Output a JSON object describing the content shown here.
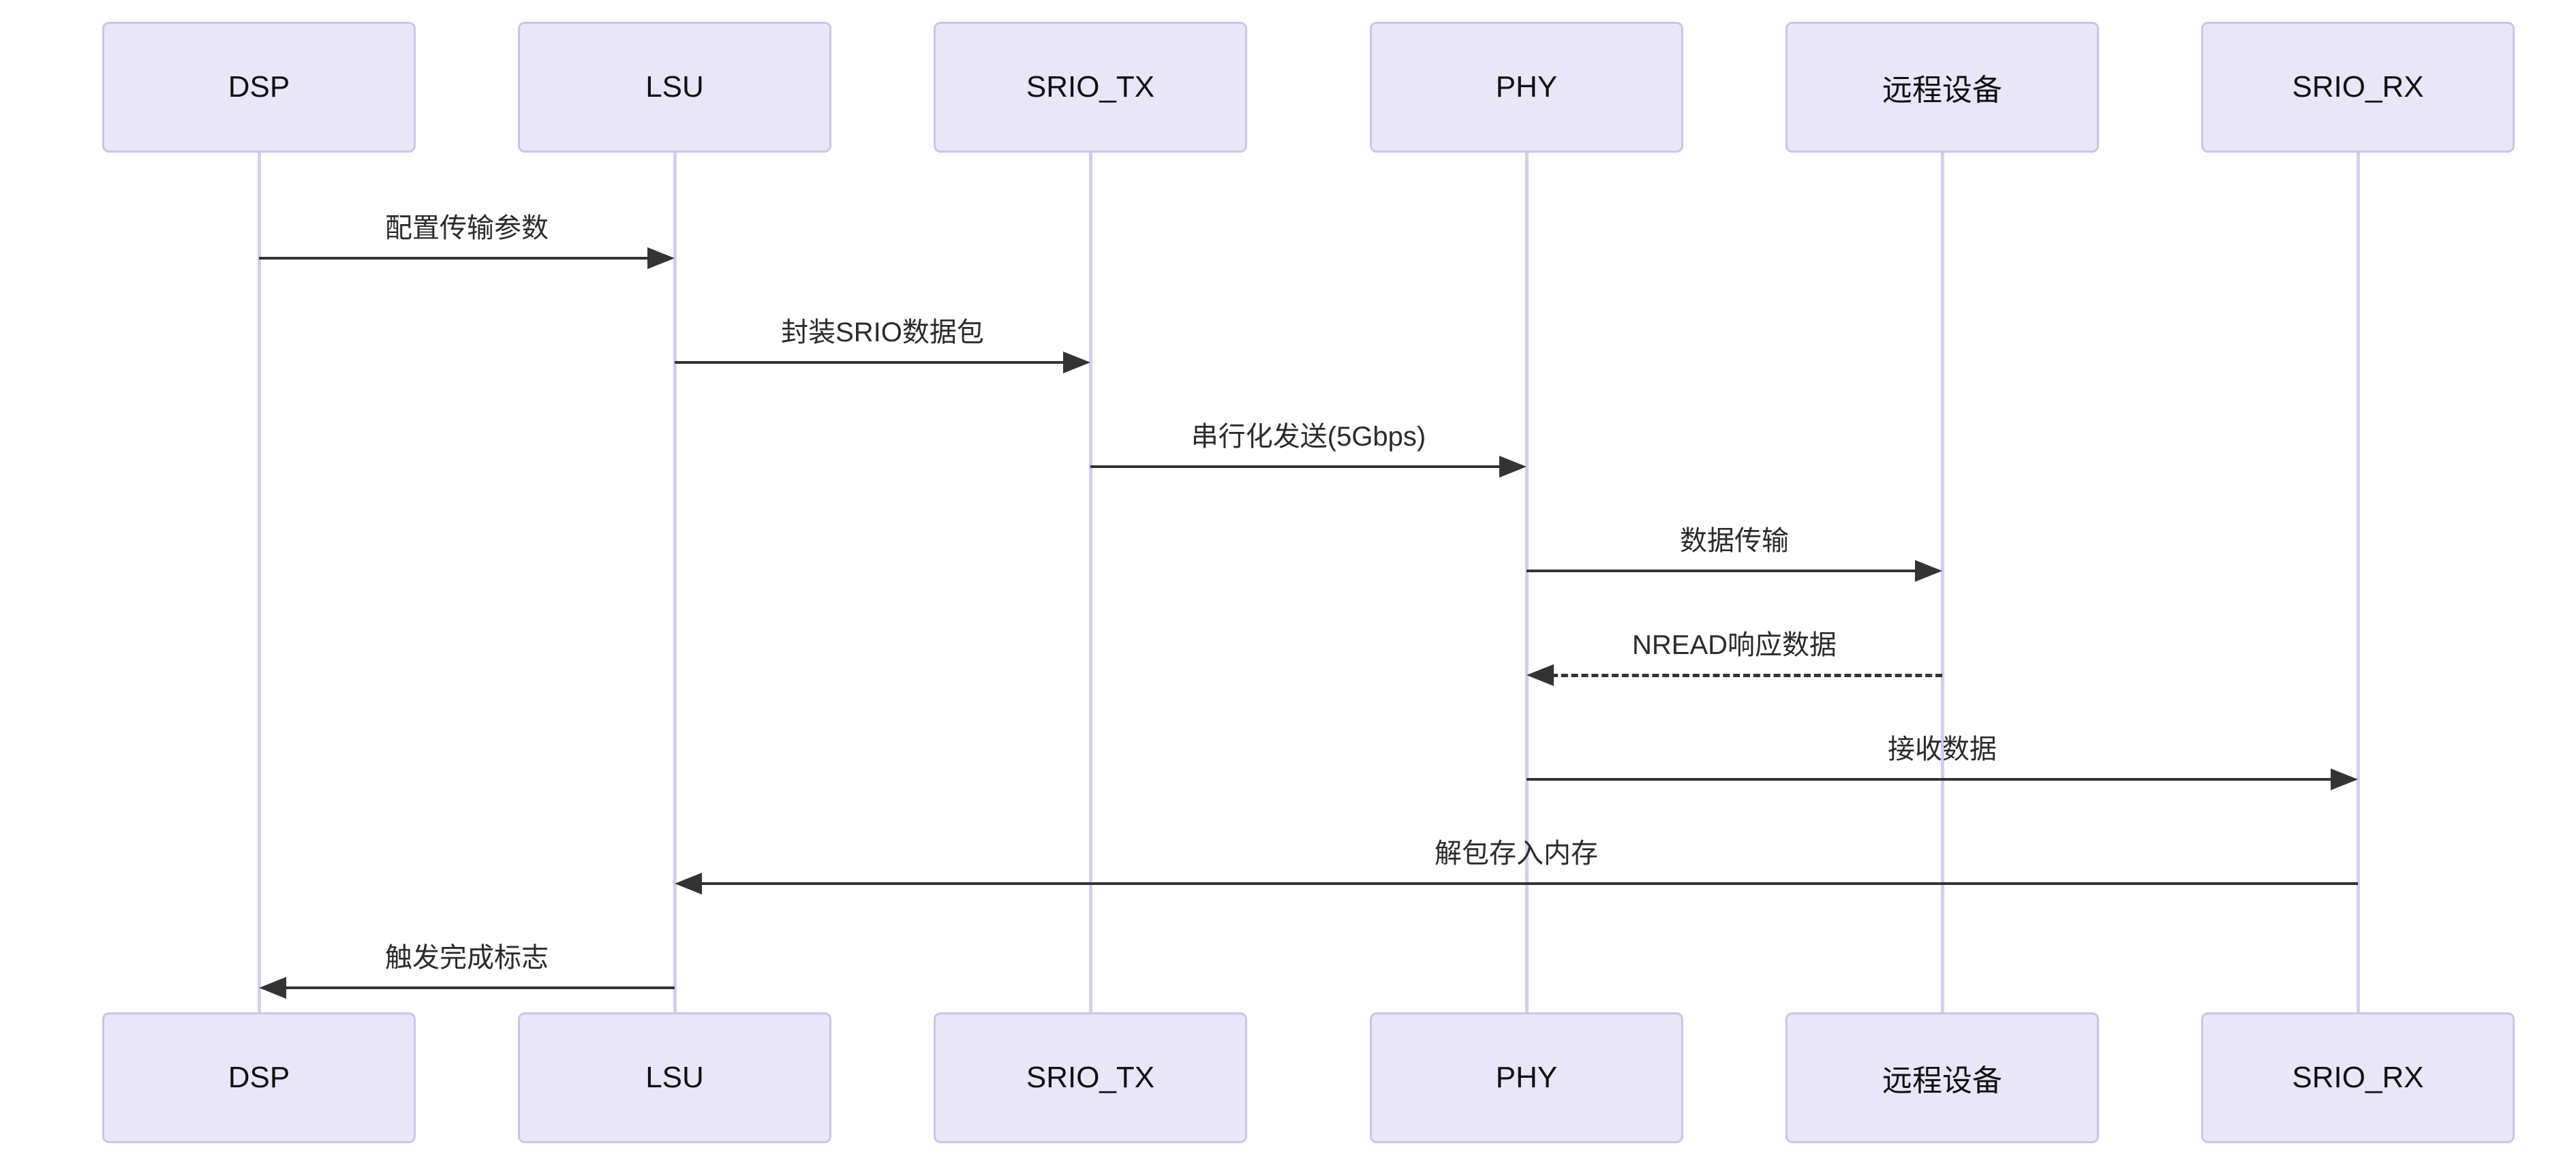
{
  "diagram": {
    "type": "sequence-diagram",
    "colors": {
      "actor_fill": "#e8e6f8",
      "actor_border": "#ccc3ea",
      "lifeline": "#d6ccf0",
      "line": "#333333",
      "text": "#2b2b2b",
      "background": "#ffffff"
    },
    "actors": [
      {
        "id": "dsp",
        "label": "DSP"
      },
      {
        "id": "lsu",
        "label": "LSU"
      },
      {
        "id": "srio-tx",
        "label": "SRIO_TX"
      },
      {
        "id": "phy",
        "label": "PHY"
      },
      {
        "id": "remote",
        "label": "远程设备"
      },
      {
        "id": "srio-rx",
        "label": "SRIO_RX"
      }
    ],
    "messages": [
      {
        "from": "DSP",
        "to": "LSU",
        "label": "配置传输参数",
        "style": "solid",
        "direction": "right"
      },
      {
        "from": "LSU",
        "to": "SRIO_TX",
        "label": "封装SRIO数据包",
        "style": "solid",
        "direction": "right"
      },
      {
        "from": "SRIO_TX",
        "to": "PHY",
        "label": "串行化发送(5Gbps)",
        "style": "solid",
        "direction": "right"
      },
      {
        "from": "PHY",
        "to": "远程设备",
        "label": "数据传输",
        "style": "solid",
        "direction": "right"
      },
      {
        "from": "远程设备",
        "to": "PHY",
        "label": "NREAD响应数据",
        "style": "dashed",
        "direction": "left"
      },
      {
        "from": "PHY",
        "to": "SRIO_RX",
        "label": "接收数据",
        "style": "solid",
        "direction": "right"
      },
      {
        "from": "SRIO_RX",
        "to": "LSU",
        "label": "解包存入内存",
        "style": "solid",
        "direction": "left"
      },
      {
        "from": "LSU",
        "to": "DSP",
        "label": "触发完成标志",
        "style": "solid",
        "direction": "left"
      }
    ]
  }
}
